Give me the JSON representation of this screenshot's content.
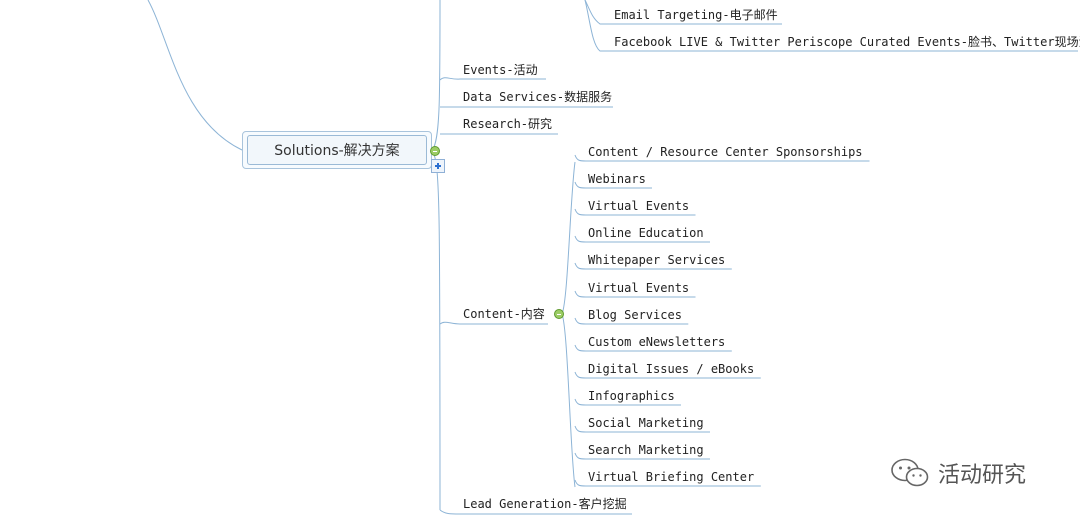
{
  "root": {
    "label": "Solutions-解决方案"
  },
  "top_children": [
    {
      "label": "Email Targeting-电子邮件"
    },
    {
      "label": "Facebook LIVE & Twitter Periscope Curated Events-脸书、Twitter现场活动"
    }
  ],
  "branches": {
    "events": "Events-活动",
    "data_services": "Data Services-数据服务",
    "research": "Research-研究",
    "content": "Content-内容",
    "lead_generation": "Lead Generation-客户挖掘"
  },
  "content_children": [
    "Content / Resource Center Sponsorships",
    "Webinars",
    "Virtual Events",
    "Online Education",
    "Whitepaper Services",
    "Virtual Events",
    "Blog Services",
    "Custom eNewsletters",
    "Digital Issues / eBooks",
    "Infographics",
    "Social Marketing",
    "Search Marketing",
    "Virtual Briefing Center"
  ],
  "watermark": {
    "text": "活动研究",
    "icon": "wechat-icon"
  },
  "colors": {
    "link": "#8db4d6",
    "toggle": "#9ccc65"
  }
}
